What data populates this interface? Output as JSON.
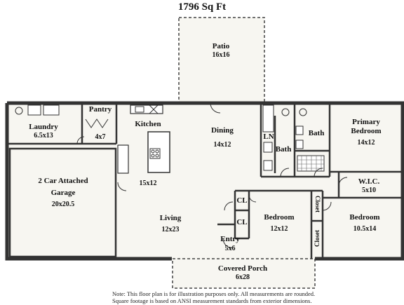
{
  "title": "1796 Sq Ft",
  "rooms": {
    "patio": {
      "name": "Patio",
      "dims": "16x16"
    },
    "laundry": {
      "name": "Laundry",
      "dims": "6.5x13"
    },
    "pantry": {
      "name": "Pantry",
      "dims": "4x7"
    },
    "kitchen": {
      "name": "Kitchen",
      "dims": "15x12"
    },
    "dining": {
      "name": "Dining",
      "dims": "14x12"
    },
    "ln": {
      "name": "LN"
    },
    "bath_hall": {
      "name": "Bath"
    },
    "bath_primary": {
      "name": "Bath"
    },
    "primary_bedroom": {
      "name_line1": "Primary",
      "name_line2": "Bedroom",
      "dims": "14x12"
    },
    "garage": {
      "name_line1": "2 Car Attached",
      "name_line2": "Garage",
      "dims": "20x20.5"
    },
    "wic": {
      "name": "W.I.C.",
      "dims": "5x10"
    },
    "cl_top": {
      "name": "CL"
    },
    "cl_bottom": {
      "name": "CL"
    },
    "bedroom_mid": {
      "name": "Bedroom",
      "dims": "12x12"
    },
    "closet_a": {
      "name": "Closet"
    },
    "closet_b": {
      "name": "Closet"
    },
    "bedroom_right": {
      "name": "Bedroom",
      "dims": "10.5x14"
    },
    "living": {
      "name": "Living",
      "dims": "12x23"
    },
    "entry": {
      "name": "Entry",
      "dims": "5x6"
    },
    "porch": {
      "name": "Covered Porch",
      "dims": "6x28"
    }
  },
  "note": {
    "line1": "Note: This floor plan is for illustration purposes only. All measurements are rounded.",
    "line2": "Square footage is based on ANSI measurement standards from exterior dimensions."
  },
  "colors": {
    "wall": "#333333",
    "floor": "#f7f6f1",
    "dash": "#444444"
  }
}
